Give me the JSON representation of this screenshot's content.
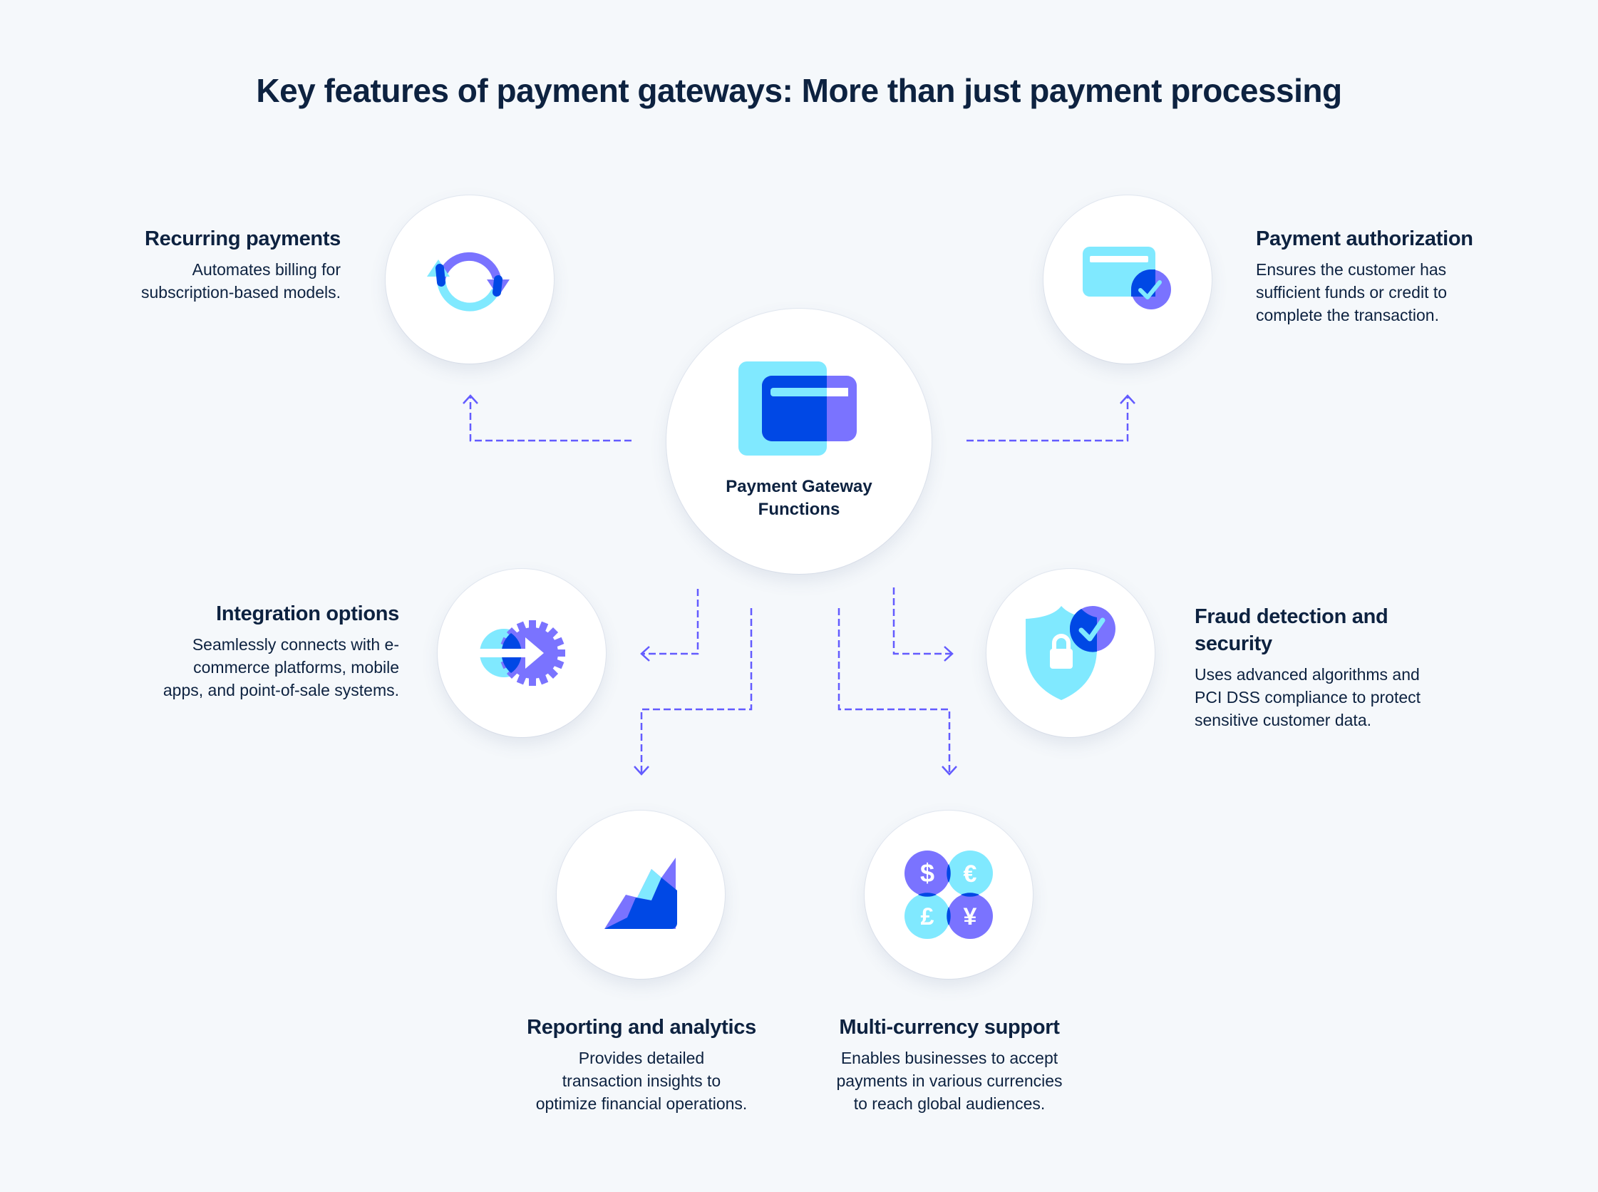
{
  "title": "Key features of payment gateways: More than just payment processing",
  "center": {
    "label_line1": "Payment Gateway",
    "label_line2": "Functions",
    "icon": "credit-card-stack-icon"
  },
  "features": {
    "recurring": {
      "title": "Recurring payments",
      "desc_line1": "Automates billing for",
      "desc_line2": "subscription-based models.",
      "icon": "refresh-cycle-icon"
    },
    "authorization": {
      "title": "Payment authorization",
      "desc_line1": "Ensures the customer has",
      "desc_line2": "sufficient funds or credit to",
      "desc_line3": "complete the transaction.",
      "icon": "card-check-icon"
    },
    "integration": {
      "title": "Integration options",
      "desc_line1": "Seamlessly connects with e-",
      "desc_line2": "commerce platforms, mobile",
      "desc_line3": "apps, and point-of-sale systems.",
      "icon": "gear-arrow-icon"
    },
    "fraud": {
      "title_line1": "Fraud detection and",
      "title_line2": "security",
      "desc_line1": "Uses advanced algorithms and",
      "desc_line2": "PCI DSS compliance to protect",
      "desc_line3": "sensitive customer data.",
      "icon": "shield-lock-check-icon"
    },
    "reporting": {
      "title": "Reporting and analytics",
      "desc_line1": "Provides detailed",
      "desc_line2": "transaction insights to",
      "desc_line3": "optimize financial operations.",
      "icon": "area-chart-icon"
    },
    "currency": {
      "title": "Multi-currency support",
      "desc_line1": "Enables businesses to accept",
      "desc_line2": "payments in various currencies",
      "desc_line3": "to reach global audiences.",
      "icon": "currency-symbols-icon",
      "symbols": [
        "$",
        "€",
        "£",
        "¥"
      ]
    }
  },
  "colors": {
    "background": "#f5f8fb",
    "text": "#0d2240",
    "cyan": "#80e9ff",
    "purple": "#7a73ff",
    "blue": "#0048e5",
    "connector": "#635bff"
  }
}
